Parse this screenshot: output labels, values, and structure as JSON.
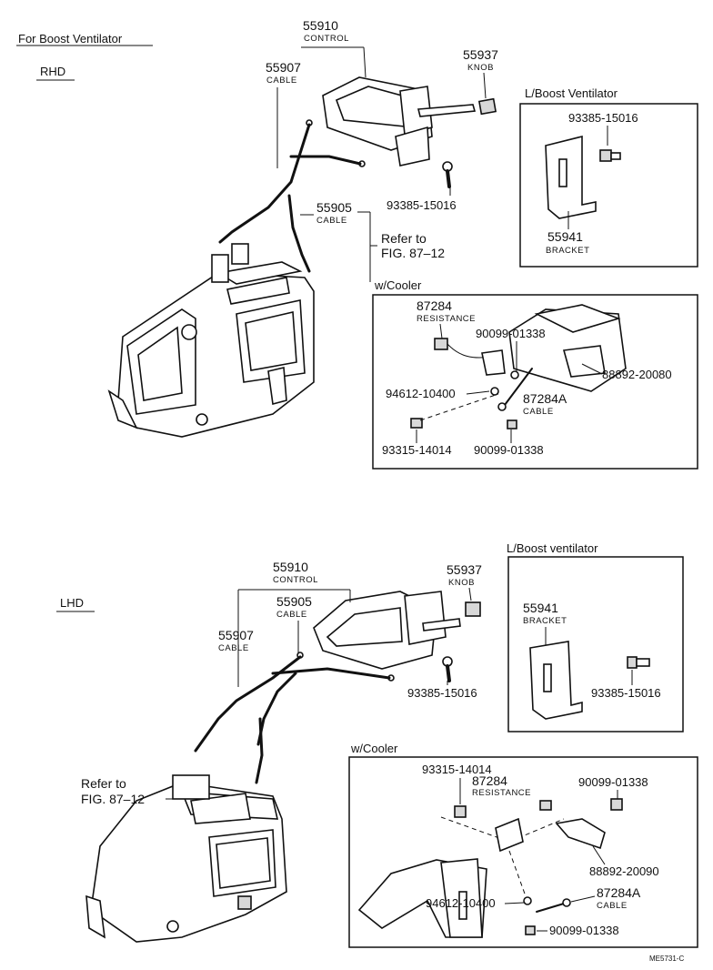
{
  "header": {
    "title": "For Boost Ventilator",
    "rhd": "RHD",
    "lhd": "LHD",
    "footer_code": "ME5731-C"
  },
  "rhd": {
    "control_no": "55910",
    "control_txt": "CONTROL",
    "cable1_no": "55907",
    "cable1_txt": "CABLE",
    "knob_no": "55937",
    "knob_txt": "KNOB",
    "cable2_no": "55905",
    "cable2_txt": "CABLE",
    "bolt_no": "93385-15016",
    "refer1": "Refer to",
    "refer2": "FIG. 87–12",
    "boost_title": "L/Boost Ventilator",
    "boost_bolt": "93385-15016",
    "boost_bracket_no": "55941",
    "boost_bracket_txt": "BRACKET",
    "cooler_title": "w/Cooler",
    "res_no": "87284",
    "res_txt": "RESISTANCE",
    "nut_a": "90099-01338",
    "clamp": "88892-20080",
    "washer": "94612-10400",
    "cable_a_no": "87284A",
    "cable_a_txt": "CABLE",
    "screw": "93315-14014",
    "nut_b": "90099-01338"
  },
  "lhd": {
    "control_no": "55910",
    "control_txt": "CONTROL",
    "cable2_no": "55905",
    "cable2_txt": "CABLE",
    "knob_no": "55937",
    "knob_txt": "KNOB",
    "cable1_no": "55907",
    "cable1_txt": "CABLE",
    "bolt_no": "93385-15016",
    "refer1": "Refer to",
    "refer2": "FIG. 87–12",
    "boost_title": "L/Boost ventilator",
    "boost_bracket_no": "55941",
    "boost_bracket_txt": "BRACKET",
    "boost_bolt": "93385-15016",
    "cooler_title": "w/Cooler",
    "screw": "93315-14014",
    "res_no": "87284",
    "res_txt": "RESISTANCE",
    "nut_a": "90099-01338",
    "clamp": "88892-20090",
    "washer": "94612-10400",
    "cable_a_no": "87284A",
    "cable_a_txt": "CABLE",
    "nut_b": "90099-01338"
  }
}
